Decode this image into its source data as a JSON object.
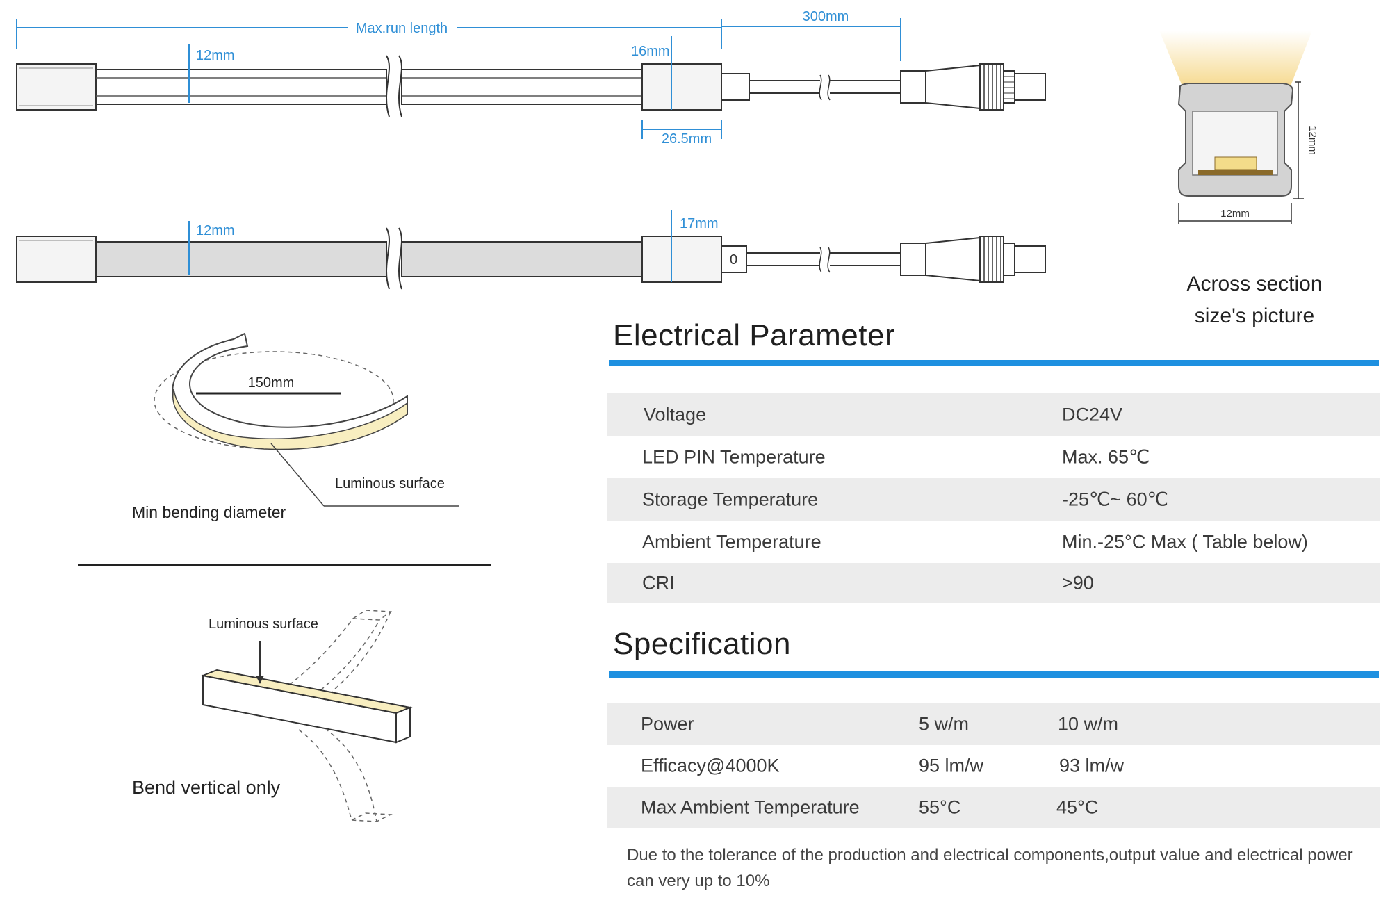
{
  "top_diagram": {
    "dim_max_run": "Max.run length",
    "dim_lead": "300mm",
    "dim_height_top": "12mm",
    "dim_endcap_height_top": "16mm",
    "dim_endcap_length": "26.5mm",
    "dim_height_bottom": "12mm",
    "dim_endcap_height_bottom": "17mm"
  },
  "cross_section": {
    "dim_height": "12mm",
    "dim_width": "12mm",
    "caption_line1": "Across section",
    "caption_line2": "size's picture"
  },
  "bend_diagram": {
    "diameter": "150mm",
    "luminous_surface": "Luminous surface",
    "caption": "Min bending diameter"
  },
  "vertical_diagram": {
    "luminous_surface": "Luminous surface",
    "caption": "Bend vertical only"
  },
  "electrical": {
    "title": "Electrical Parameter",
    "rows": [
      {
        "label": "Voltage",
        "value": "DC24V"
      },
      {
        "label": "LED PIN Temperature",
        "value": "Max. 65℃"
      },
      {
        "label": "Storage Temperature",
        "value": "-25℃~ 60℃"
      },
      {
        "label": "Ambient Temperature",
        "value": "Min.-25°C Max ( Table below)"
      },
      {
        "label": "CRI",
        "value": ">90"
      }
    ]
  },
  "specification": {
    "title": "Specification",
    "rows": [
      {
        "label": "Power",
        "v1": "5 w/m",
        "v2": "10 w/m"
      },
      {
        "label": "Efficacy@4000K",
        "v1": "95 lm/w",
        "v2": "93 lm/w"
      },
      {
        "label": "Max Ambient Temperature",
        "v1": "55°C",
        "v2": "45°C"
      }
    ]
  },
  "note": "Due to the tolerance of the production and electrical components,output value and electrical power can very up to 10%",
  "colors": {
    "accent_blue": "#1e90e0",
    "dimension_blue": "#2f8fd6",
    "row_shade": "#ececec",
    "luminous_yellow": "#f8eec0"
  }
}
